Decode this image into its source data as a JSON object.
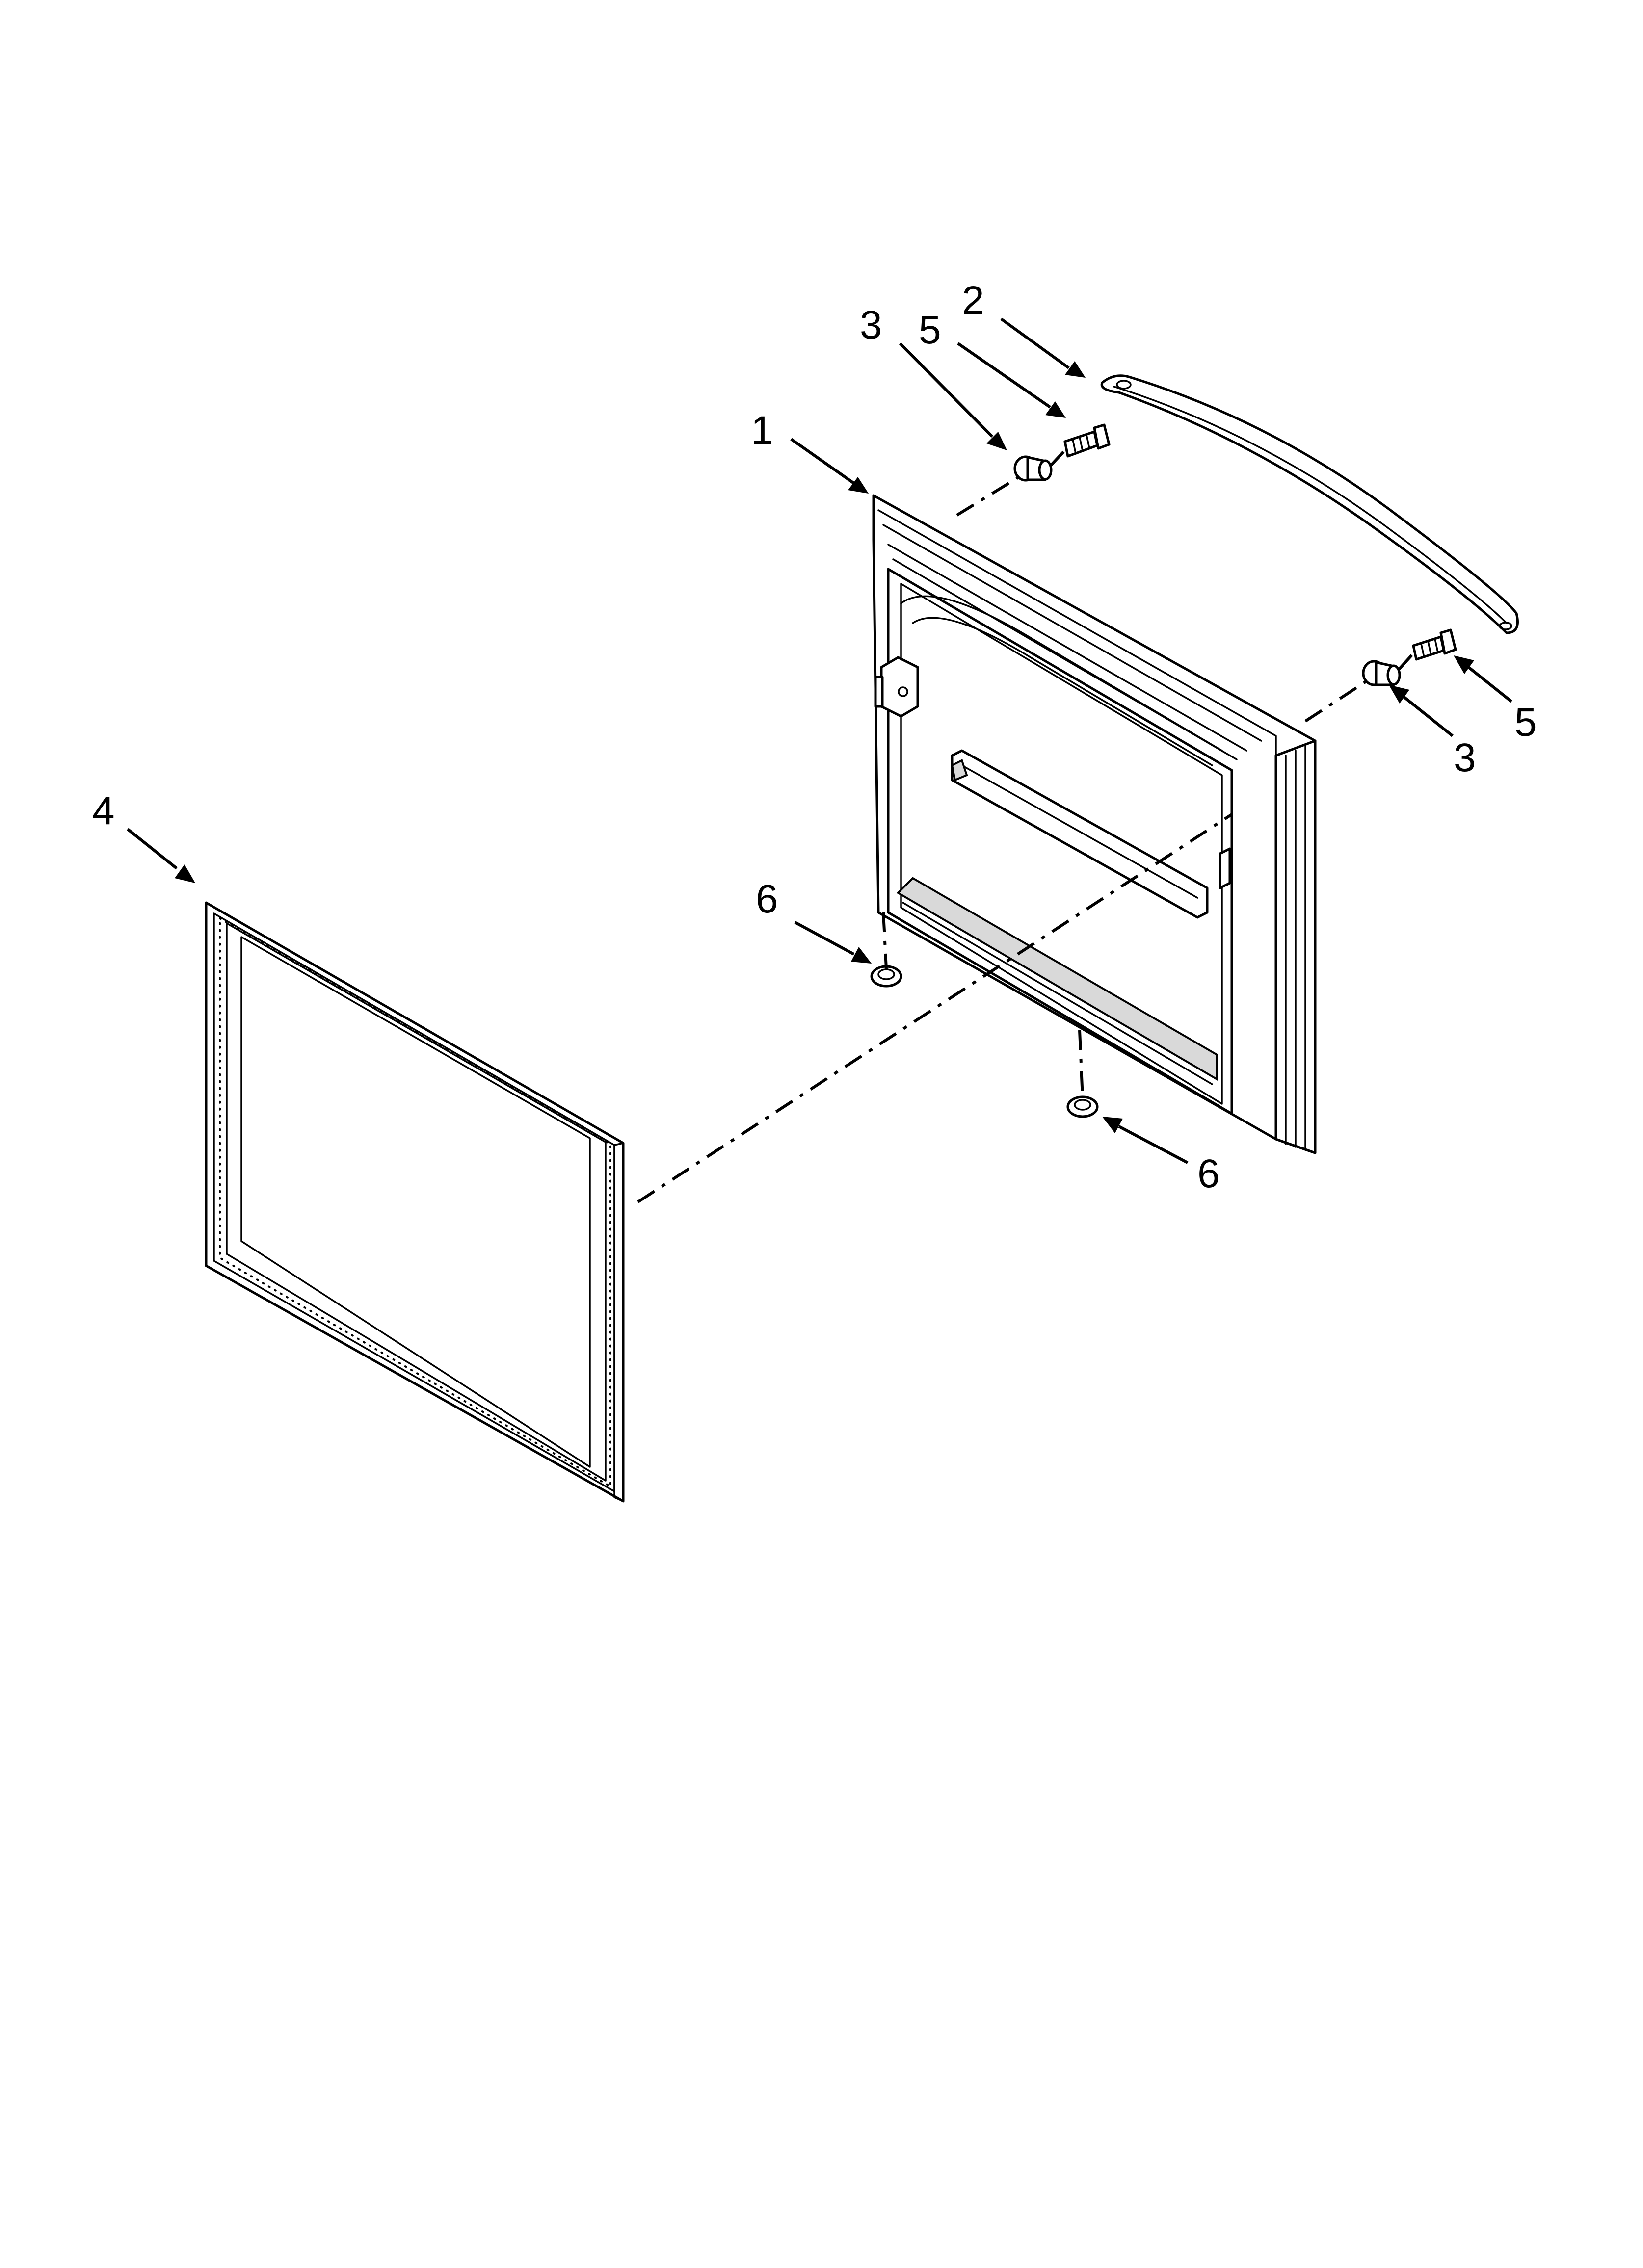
{
  "callouts": [
    {
      "id": "door",
      "label": "1"
    },
    {
      "id": "handle",
      "label": "2"
    },
    {
      "id": "handle-mount-left",
      "label": "3"
    },
    {
      "id": "handle-mount-right",
      "label": "3"
    },
    {
      "id": "gasket",
      "label": "4"
    },
    {
      "id": "screw-left",
      "label": "5"
    },
    {
      "id": "screw-right",
      "label": "5"
    },
    {
      "id": "foot-left",
      "label": "6"
    },
    {
      "id": "foot-right",
      "label": "6"
    }
  ]
}
